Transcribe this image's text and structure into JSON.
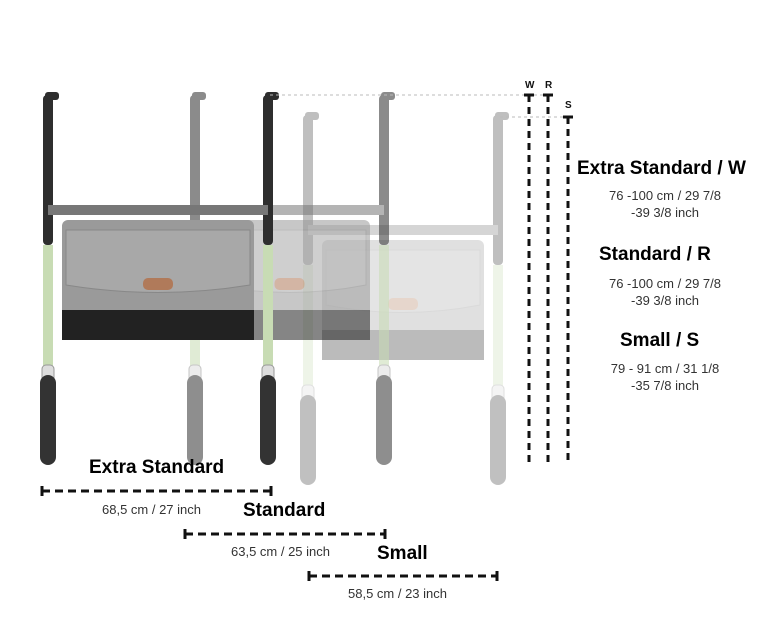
{
  "height_section": {
    "column_letters": [
      "W",
      "R",
      "S"
    ],
    "sizes": [
      {
        "title": "Extra Standard / W",
        "line1": "76 -100 cm / 29 7/8",
        "line2": "-39 3/8 inch"
      },
      {
        "title": "Standard / R",
        "line1": "76 -100 cm / 29 7/8",
        "line2": "-39 3/8 inch"
      },
      {
        "title": "Small / S",
        "line1": "79 - 91 cm / 31 1/8",
        "line2": "-35 7/8 inch"
      }
    ]
  },
  "width_section": {
    "sizes": [
      {
        "title": "Extra Standard",
        "measure": "68,5 cm / 27 inch"
      },
      {
        "title": "Standard",
        "measure": "63,5 cm / 25 inch"
      },
      {
        "title": "Small",
        "measure": "58,5 cm / 23 inch"
      }
    ]
  },
  "colors": {
    "frame": "#2e2e2e",
    "green": "#c8dcb4",
    "bag": "#9a9a9a",
    "tag": "#b07a5a"
  }
}
